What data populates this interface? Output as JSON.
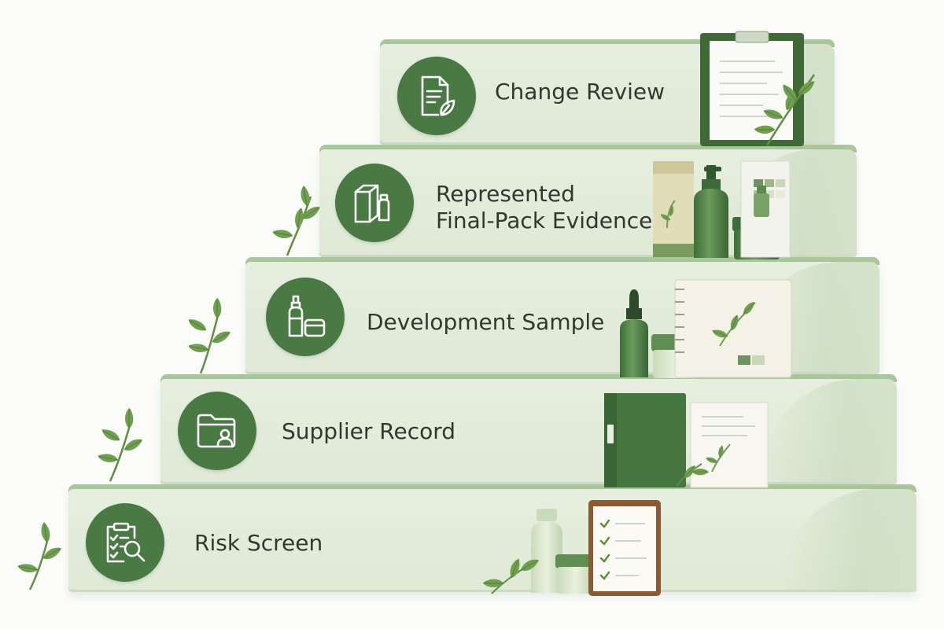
{
  "steps": [
    {
      "id": "change-review",
      "label_lines": [
        "Change Review"
      ],
      "icon": "document-leaf-icon"
    },
    {
      "id": "final-pack",
      "label_lines": [
        "Represented",
        "Final-Pack Evidence"
      ],
      "icon": "box-bottle-icon"
    },
    {
      "id": "development-sample",
      "label_lines": [
        "Development Sample"
      ],
      "icon": "dropper-jar-icon"
    },
    {
      "id": "supplier-record",
      "label_lines": [
        "Supplier Record"
      ],
      "icon": "folder-person-icon"
    },
    {
      "id": "risk-screen",
      "label_lines": [
        "Risk Screen"
      ],
      "icon": "clipboard-magnifier-icon"
    }
  ],
  "colors": {
    "icon_circle": "#4a7a43",
    "step_face": "#e3ecdb",
    "step_top": "#a8c79a",
    "text": "#2f3a2e",
    "accent_green": "#5f8f4f"
  }
}
